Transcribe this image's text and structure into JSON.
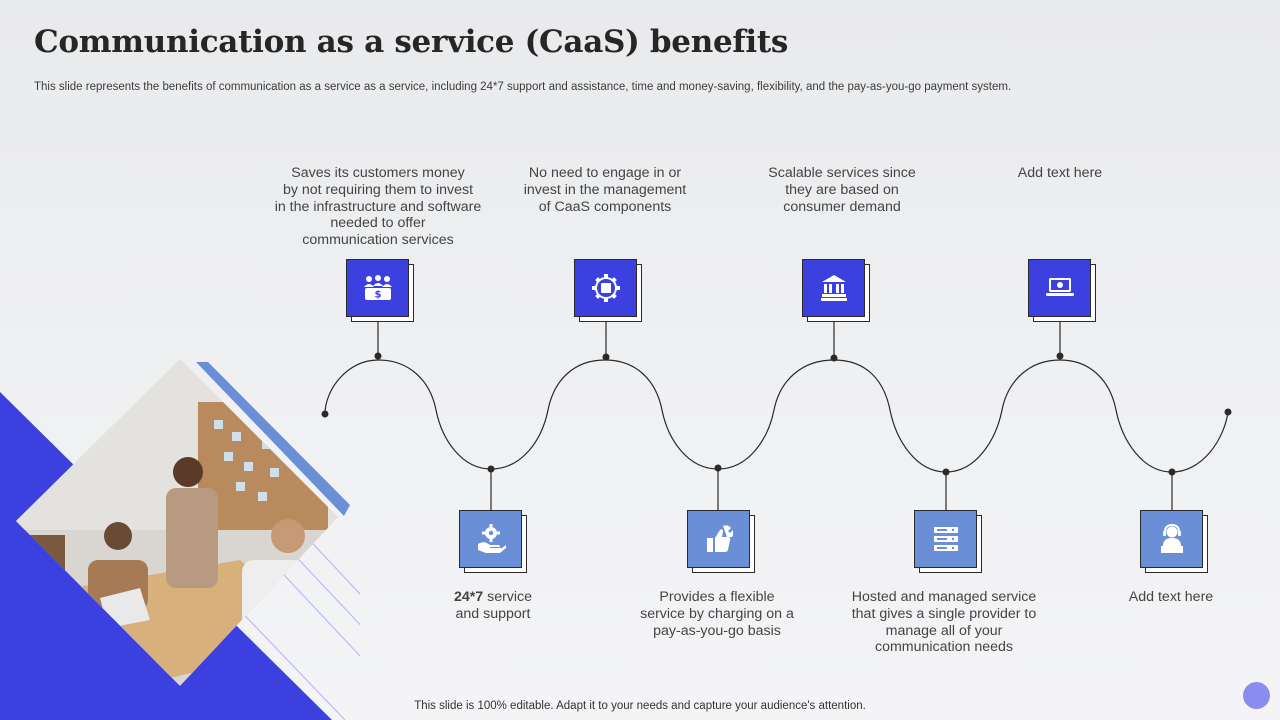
{
  "slide": {
    "title": "Communication as a service (CaaS) benefits",
    "subtitle": "This slide represents the benefits of communication as a service as a service, including 24*7 support and assistance, time and money-saving, flexibility, and the pay-as-you-go payment system.",
    "footer": "This slide is 100% editable. Adapt it to your needs and capture your audience's attention."
  },
  "top_items": [
    {
      "icon": "money-team-icon",
      "lines": [
        "Saves its customers money",
        "by not requiring them to invest",
        "in the infrastructure and software",
        "needed to offer",
        "communication services"
      ]
    },
    {
      "icon": "puzzle-gear-icon",
      "lines": [
        "No need to engage in or",
        "invest in the management",
        "of CaaS components"
      ]
    },
    {
      "icon": "scalable-building-icon",
      "lines": [
        "Scalable services since",
        "they are based on",
        "consumer demand"
      ]
    },
    {
      "icon": "laptop-icon",
      "lines": [
        "Add text here"
      ]
    }
  ],
  "bottom_items": [
    {
      "icon": "hand-gear-icon",
      "bold": "24*7",
      "lines": [
        " service",
        "and support"
      ]
    },
    {
      "icon": "thumbs-up-wrench-icon",
      "lines": [
        "Provides a flexible",
        "service by charging on a",
        "pay-as-you-go basis"
      ]
    },
    {
      "icon": "server-icon",
      "lines": [
        "Hosted and managed service",
        "that gives a single provider to",
        "manage all of your",
        "communication needs"
      ]
    },
    {
      "icon": "support-agent-icon",
      "lines": [
        "Add text here"
      ]
    }
  ],
  "colors": {
    "accent_dark": "#3b40de",
    "accent_light": "#6a8fd6",
    "accent_soft": "#8b8cef",
    "background": "#eeeff1"
  }
}
